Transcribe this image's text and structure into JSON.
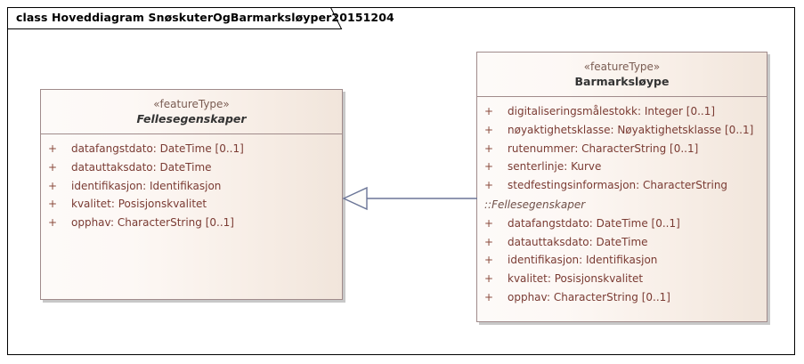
{
  "diagram": {
    "title": "class Hoveddiagram SnøskuterOgBarmarksløyper20151204",
    "type": "uml-class-diagram",
    "colors": {
      "class_fill_light": "#fdfaf8",
      "class_fill_dark": "#f1e5db",
      "class_border": "#a08b8b",
      "attribute_text": "#7a3b33",
      "stereotype_text": "#7a5c52",
      "class_name_text": "#333333",
      "connector": "#6b7597",
      "frame_border": "#000000",
      "shadow": "#c8c8c8"
    }
  },
  "classes": [
    {
      "id": "fellesegenskaper",
      "stereotype": "«featureType»",
      "name": "Fellesegenskaper",
      "abstract": true,
      "attributes": [
        {
          "visibility": "+",
          "text": "datafangstdato: DateTime [0..1]"
        },
        {
          "visibility": "+",
          "text": "datauttaksdato: DateTime"
        },
        {
          "visibility": "+",
          "text": "identifikasjon: Identifikasjon"
        },
        {
          "visibility": "+",
          "text": "kvalitet: Posisjonskvalitet"
        },
        {
          "visibility": "+",
          "text": "opphav: CharacterString [0..1]"
        }
      ]
    },
    {
      "id": "barmarksloype",
      "stereotype": "«featureType»",
      "name": "Barmarksløype",
      "abstract": false,
      "attributes": [
        {
          "visibility": "+",
          "text": "digitaliseringsmålestokk: Integer [0..1]"
        },
        {
          "visibility": "+",
          "text": "nøyaktighetsklasse: Nøyaktighetsklasse [0..1]"
        },
        {
          "visibility": "+",
          "text": "rutenummer: CharacterString [0..1]"
        },
        {
          "visibility": "+",
          "text": "senterlinje: Kurve"
        },
        {
          "visibility": "+",
          "text": "stedfestingsinformasjon: CharacterString"
        }
      ],
      "inherited_section_label": "::Fellesegenskaper",
      "inherited_attributes": [
        {
          "visibility": "+",
          "text": "datafangstdato: DateTime [0..1]"
        },
        {
          "visibility": "+",
          "text": "datauttaksdato: DateTime"
        },
        {
          "visibility": "+",
          "text": "identifikasjon: Identifikasjon"
        },
        {
          "visibility": "+",
          "text": "kvalitet: Posisjonskvalitet"
        },
        {
          "visibility": "+",
          "text": "opphav: CharacterString [0..1]"
        }
      ]
    }
  ],
  "relationships": [
    {
      "kind": "generalization",
      "source": "Barmarksløype",
      "target": "Fellesegenskaper",
      "label": ""
    }
  ]
}
